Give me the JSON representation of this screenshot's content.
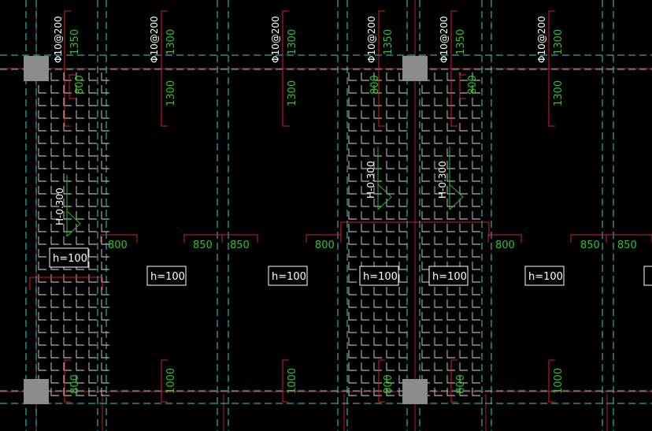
{
  "colors": {
    "background": "#000000",
    "beam_dashed": "#3ecfcf",
    "grid_axis": "#b0202a",
    "dimension": "#d8202a",
    "dimension_text": "#28c828",
    "rebar_text": "#ffffff",
    "hatch": "#dcdcdc",
    "column": "#8c8c8c",
    "slab_outline": "#ffffff",
    "elevation_mark": "#1fbf1f"
  },
  "rebar_labels": [
    {
      "text": "Φ10@200",
      "id": "rebar-1"
    },
    {
      "text": "Φ10@200",
      "id": "rebar-2"
    },
    {
      "text": "Φ10@200",
      "id": "rebar-3"
    },
    {
      "text": "Φ10@200",
      "id": "rebar-4"
    },
    {
      "text": "Φ10@200",
      "id": "rebar-5"
    },
    {
      "text": "Φ10@200",
      "id": "rebar-6"
    }
  ],
  "top_dimensions": [
    "1350",
    "1300",
    "1300",
    "1350",
    "1350",
    "1300"
  ],
  "upper_dimensions": [
    "800",
    "1300",
    "1300",
    "800",
    "800",
    "1300"
  ],
  "mid_dimensions": [
    "800",
    "850",
    "850",
    "800",
    "800",
    "850",
    "850"
  ],
  "bottom_dimensions": [
    "800",
    "1000",
    "1000",
    "800",
    "800",
    "1000"
  ],
  "slab_thickness": [
    "h=100",
    "h=100",
    "h=100",
    "h=100",
    "h=100",
    "h=100"
  ],
  "elevation_marks": [
    "H-0.300",
    "H-0.300",
    "H-0.300"
  ]
}
